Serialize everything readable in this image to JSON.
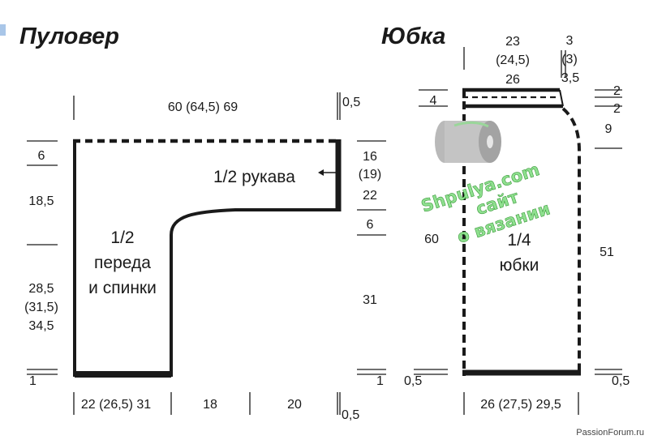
{
  "pullover": {
    "title": "Пуловер",
    "pieces": {
      "body_line1": "1/2",
      "body_line2": "переда",
      "body_line3": "и спинки",
      "sleeve": "1/2 рукава"
    },
    "dims": {
      "top_width": "60 (64,5) 69",
      "top_right": "0,5",
      "left_6": "6",
      "left_18_5": "18,5",
      "left_28_5": "28,5",
      "left_31_5": "(31,5)",
      "left_34_5": "34,5",
      "left_1": "1",
      "right_16": "16",
      "right_19": "(19)",
      "right_22": "22",
      "right_6": "6",
      "right_31": "31",
      "right_1": "1",
      "bottom_22": "22 (26,5) 31",
      "bottom_18": "18",
      "bottom_20": "20",
      "bottom_0_5": "0,5"
    }
  },
  "skirt": {
    "title": "Юбка",
    "pieces": {
      "line1": "1/4",
      "line2": "юбки"
    },
    "dims": {
      "top_23": "23",
      "top_24_5": "(24,5)",
      "top_26": "26",
      "top_3": "3",
      "top_3p": "(3)",
      "top_3_5": "3,5",
      "left_4": "4",
      "left_60": "60",
      "left_0_5": "0,5",
      "right_2a": "2",
      "right_2b": "2",
      "right_9": "9",
      "right_51": "51",
      "right_0_5": "0,5",
      "bottom_width": "26 (27,5) 29,5"
    }
  },
  "watermark": {
    "line1": "Shpulya.com",
    "line2": "сайт",
    "line3": "о вязании"
  },
  "credit": "PassionForum.ru",
  "colors": {
    "ink": "#1a1a1a",
    "watermark": "#8fe08f",
    "accent": "#a9c6e8"
  }
}
